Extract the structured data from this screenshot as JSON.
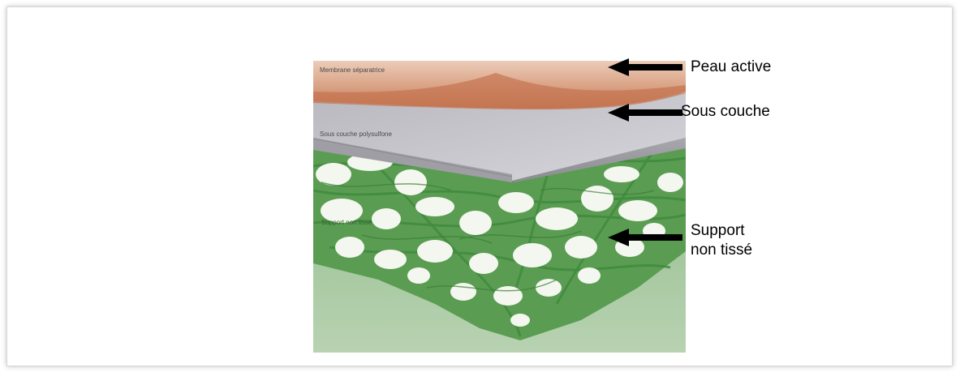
{
  "diagram": {
    "inner_labels": {
      "membrane": "Membrane séparatrice",
      "sublayer": "Sous couche polysulfone",
      "support": "Support non tissé"
    },
    "callouts": {
      "skin": "Peau active",
      "sublayer": "Sous couche",
      "support_line1": "Support",
      "support_line2": "non tissé"
    },
    "colors": {
      "skin_top": "#e9c4ad",
      "skin_bottom": "#c97f5f",
      "sublayer_top": "#c7c6cc",
      "sublayer_side": "#9a99a0",
      "fiber_green": "#4f9a4a",
      "base_green": "#a9c8a3",
      "arrow": "#000000"
    },
    "icons": {
      "arrow": "arrow-left-icon"
    }
  }
}
